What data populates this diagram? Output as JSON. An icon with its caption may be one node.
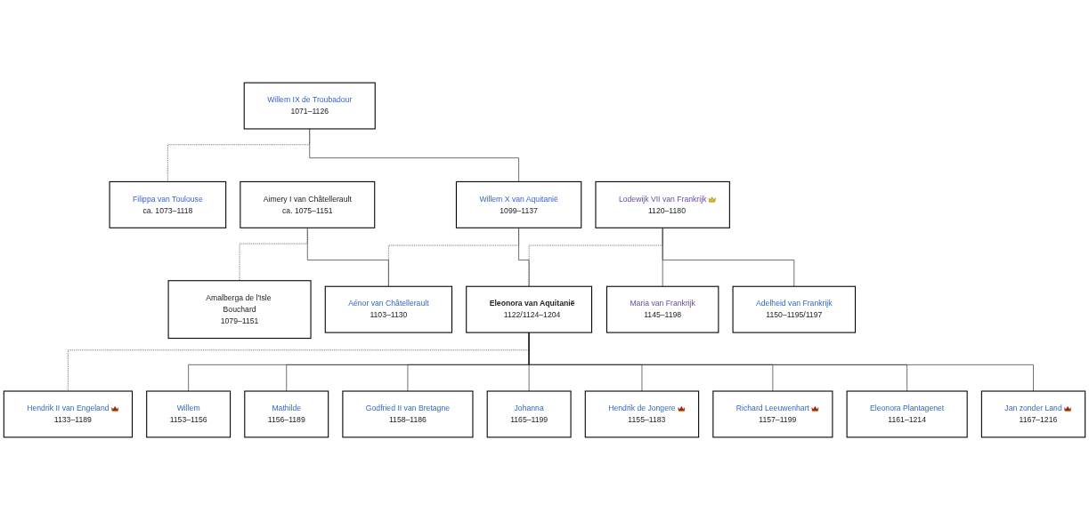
{
  "diagram": {
    "nodes": [
      {
        "text": [
          "Willem IX de Troubadour",
          "1071–1126"
        ]
      },
      {
        "text": [
          "Filippa van Toulouse",
          "ca. 1073–1118"
        ]
      },
      {
        "text": [
          "Aimery I van Châtellerault",
          "ca. 1075–1151"
        ]
      },
      {
        "text": [
          "Amalberga de l'Isle Bouchard",
          "1079–1151"
        ]
      },
      {
        "text": [
          "Willem X van Aquitanië",
          "1099–1137"
        ]
      },
      {
        "text": [
          "Aénor van Châtellerault",
          "1103–1130"
        ]
      },
      {
        "text": [
          "Lodewijk VII van Frankrijk",
          "1120–1180"
        ]
      },
      {
        "text": [
          "Eleonora van Aquitanië",
          "1122/1124–1204"
        ]
      },
      {
        "text": [
          "Hendrik II van Engeland",
          "1133–1189"
        ]
      },
      {
        "text": [
          "Maria van Frankrijk",
          "1145–1198"
        ]
      },
      {
        "text": [
          "Willem",
          "1153–1156"
        ]
      },
      {
        "text": [
          "Mathilde",
          "1156–1189"
        ]
      },
      {
        "text": [
          "Godfried II van Bretagne",
          "1158–1186"
        ]
      },
      {
        "text": [
          "Johanna",
          "1165–1199"
        ]
      },
      {
        "text": [
          "Adelheid van Frankrijk",
          "1150–1195/1197"
        ]
      },
      {
        "text": [
          "Hendrik de Jongere",
          "1155–1183"
        ]
      },
      {
        "text": [
          "Richard Leeuwenhart",
          "1157–1199"
        ]
      },
      {
        "text": [
          "Eleonora Plantagenet",
          "1161–1214"
        ]
      },
      {
        "text": [
          "Jan zonder Land",
          "1167–1216"
        ]
      }
    ],
    "edges": [
      {
        "from": 0,
        "to": 1,
        "arrow": "none",
        "style": "dashed"
      },
      {
        "from": 2,
        "to": 3,
        "arrow": "none",
        "style": "dashed"
      },
      {
        "from": 0,
        "to": 4,
        "arrow": "none"
      },
      {
        "from": 2,
        "to": 5,
        "arrow": "none"
      },
      {
        "from": 4,
        "to": 5,
        "arrow": "none",
        "style": "dashed"
      },
      {
        "from": 4,
        "to": 7,
        "arrow": "none"
      },
      {
        "from": 6,
        "to": 7,
        "arrow": "none",
        "style": "dashed"
      },
      {
        "from": 7,
        "to": 8,
        "arrow": "none",
        "style": "dashed"
      },
      {
        "from": 6,
        "to": 9,
        "arrow": "none"
      },
      {
        "from": 6,
        "to": 14,
        "arrow": "none"
      },
      {
        "from": 7,
        "to": 10,
        "arrow": "none"
      },
      {
        "from": 7,
        "to": 11,
        "arrow": "none"
      },
      {
        "from": 7,
        "to": 12,
        "arrow": "none"
      },
      {
        "from": 7,
        "to": 13,
        "arrow": "none"
      },
      {
        "from": 7,
        "to": 15,
        "arrow": "none"
      },
      {
        "from": 7,
        "to": 16,
        "arrow": "none"
      },
      {
        "from": 7,
        "to": 17,
        "arrow": "none"
      },
      {
        "from": 7,
        "to": 18,
        "arrow": "none"
      }
    ]
  }
}
